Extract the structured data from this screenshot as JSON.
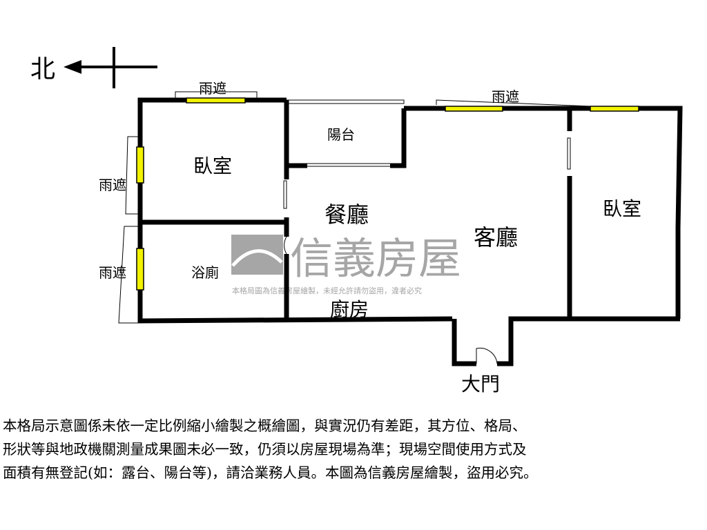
{
  "compass": {
    "label": "北"
  },
  "rooms": {
    "bedroom_left": "臥室",
    "bathroom": "浴廁",
    "balcony": "陽台",
    "dining": "餐廳",
    "living": "客廳",
    "kitchen": "廚房",
    "bedroom_right": "臥室",
    "main_door": "大門"
  },
  "awnings": {
    "top_left": "雨遮",
    "top_right": "雨遮",
    "left_upper": "雨遮",
    "left_lower": "雨遮"
  },
  "watermark": {
    "brand": "信義房屋",
    "notice": "本格局圖為信義房屋繪製，未經允許請勿盜用，違者必究"
  },
  "disclaimer": [
    "本格局示意圖係未依一定比例縮小繪製之概繪圖，與實況仍有差距，其方位、格局、",
    "形狀等與地政機關測量成果圖未必一致，仍須以房屋現場為準；現場空間使用方式及",
    "面積有無登記(如：露台、陽台等)，請洽業務人員。本圖為信義房屋繪製，盜用必究。"
  ],
  "colors": {
    "wall": "#000000",
    "window": "#f2f200",
    "watermark": "#a6a6a6"
  }
}
